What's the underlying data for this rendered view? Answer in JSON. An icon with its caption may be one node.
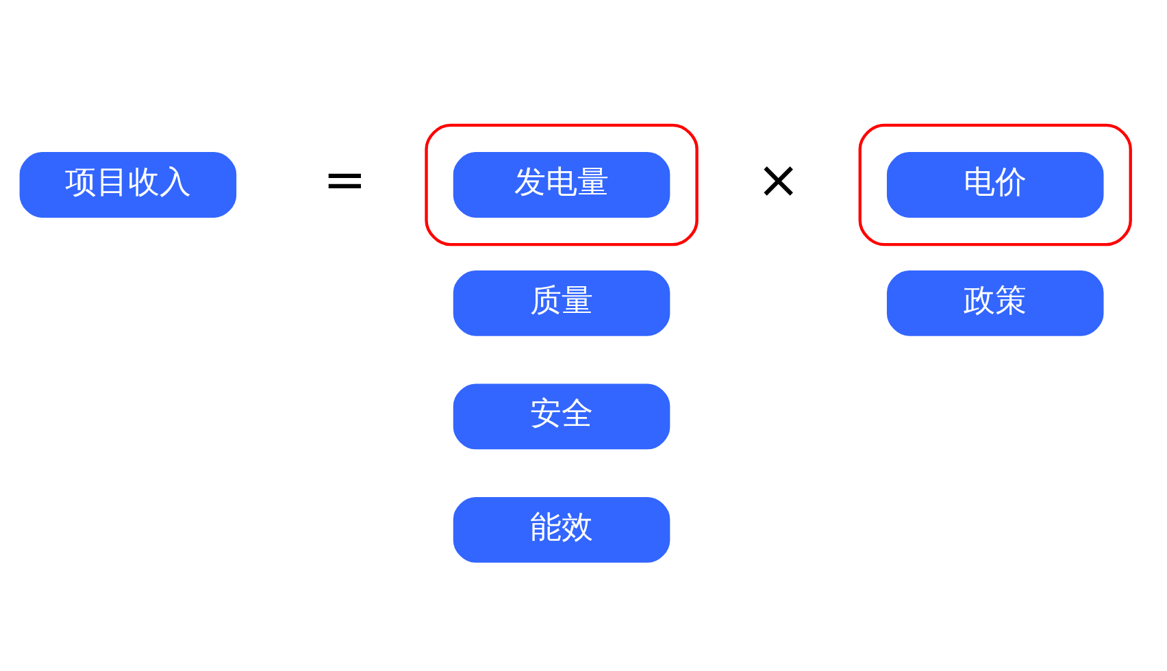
{
  "diagram": {
    "nodes": [
      {
        "text": [
          "项目收入"
        ]
      },
      {
        "text": [],
        "shape": "ellipse"
      },
      {
        "text": [
          "发电量"
        ],
        "in": 1
      },
      {
        "text": [],
        "shape": "ellipse"
      },
      {
        "text": [
          "电价"
        ],
        "in": 3
      },
      {
        "text": [
          "质量"
        ]
      },
      {
        "text": [
          "政策"
        ]
      },
      {
        "text": [
          "安全"
        ]
      },
      {
        "text": [
          "能效"
        ]
      }
    ],
    "edges": [],
    "labels": [
      "=",
      "×"
    ]
  }
}
